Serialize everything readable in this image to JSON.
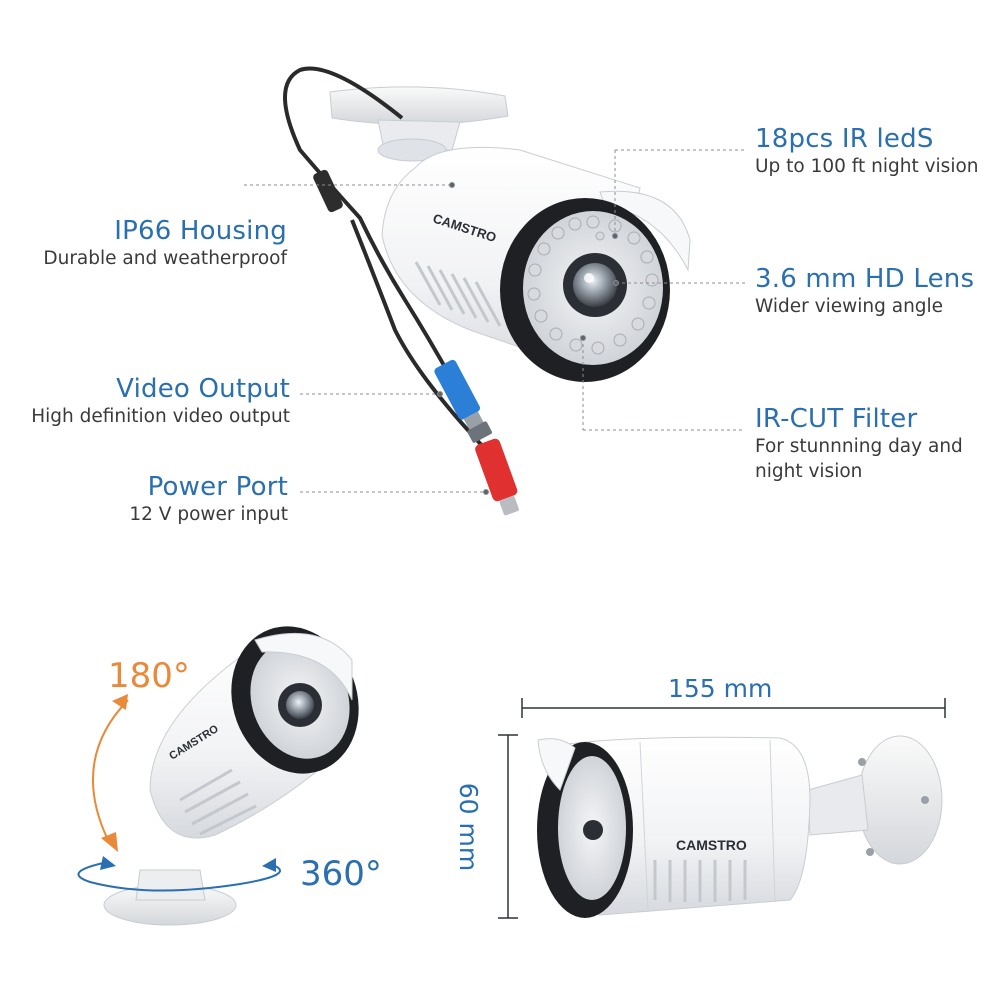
{
  "brand": "CAMSTRO",
  "callouts": {
    "ir_leds": {
      "title": "18pcs IR ledS",
      "desc": "Up to 100 ft night vision"
    },
    "housing": {
      "title": "IP66 Housing",
      "desc": "Durable and weatherproof"
    },
    "lens": {
      "title": "3.6 mm HD Lens",
      "desc": "Wider viewing angle"
    },
    "video": {
      "title": "Video Output",
      "desc": "High definition video output"
    },
    "ircut": {
      "title": "IR-CUT  Filter",
      "desc_line1": "For stunnning day and",
      "desc_line2": "night vision"
    },
    "power": {
      "title": "Power Port",
      "desc": "12 V power input"
    }
  },
  "rotation": {
    "tilt": "180°",
    "pan": "360°"
  },
  "dimensions": {
    "length": "155 mm",
    "height": "60 mm"
  },
  "colors": {
    "accent_blue": "#2a6fb0",
    "accent_orange": "#e9893a",
    "text_gray": "#3a3a3a",
    "cable_blue": "#2b7fd6",
    "cable_red": "#e0302f"
  }
}
